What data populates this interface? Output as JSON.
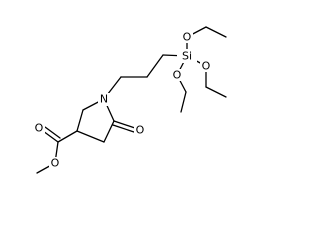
{
  "molecule": {
    "atoms": {
      "silicon": "Si",
      "nitrogen": "N",
      "oxygen_ethoxy_top": "O",
      "oxygen_ethoxy_right": "O",
      "oxygen_ethoxy_bottom": "O",
      "oxygen_lactam_carbonyl": "O",
      "oxygen_ester_carbonyl": "O",
      "oxygen_ester_methoxy": "O"
    },
    "colors": {
      "bond": "#000000",
      "label": "#000000",
      "background": "#ffffff"
    }
  }
}
